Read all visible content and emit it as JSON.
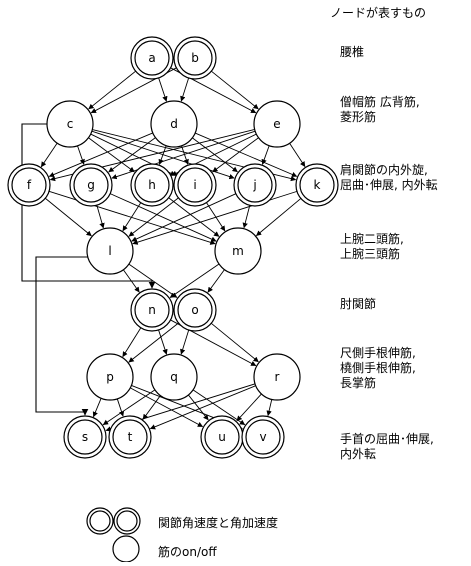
{
  "header": {
    "title": "ノードが表すもの"
  },
  "nodes": {
    "a": "a",
    "b": "b",
    "c": "c",
    "d": "d",
    "e": "e",
    "f": "f",
    "g": "g",
    "h": "h",
    "i": "i",
    "j": "j",
    "k": "k",
    "l": "l",
    "m": "m",
    "n": "n",
    "o": "o",
    "p": "p",
    "q": "q",
    "r": "r",
    "s": "s",
    "t": "t",
    "u": "u",
    "v": "v"
  },
  "layer_labels": [
    "腰椎",
    "僧帽筋 広背筋,\n菱形筋",
    "肩関節の内外旋,\n屈曲･伸展, 内外転",
    "上腕二頭筋,\n上腕三頭筋",
    "肘関節",
    "尺側手根伸筋,\n橈側手根伸筋,\n長掌筋",
    "手首の屈曲･伸展,\n内外転"
  ],
  "legend": {
    "double": "関節角速度と角加速度",
    "single": "筋のon/off"
  }
}
